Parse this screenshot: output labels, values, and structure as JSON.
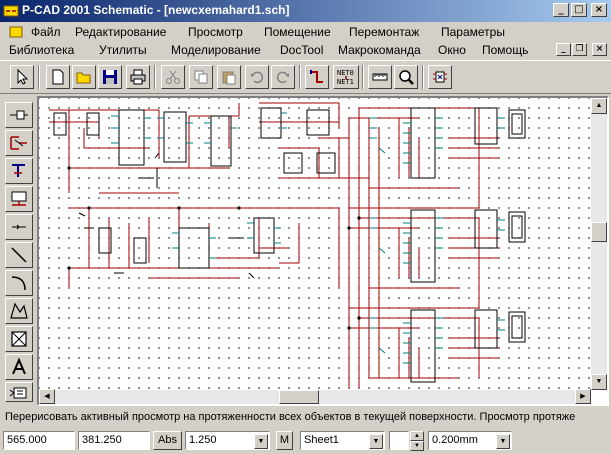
{
  "window": {
    "title": "P-CAD 2001 Schematic - [newcxemahard1.sch]"
  },
  "menu_row1": [
    "Файл",
    "Редактирование",
    "Просмотр",
    "Помещение",
    "Перемонтаж",
    "Параметры"
  ],
  "menu_row2": [
    "Библиотека",
    "Утилиты",
    "Моделирование",
    "DocTool",
    "Макрокоманда",
    "Окно",
    "Помощь"
  ],
  "toolbar": {
    "net_label_top": "NET0",
    "net_label_bottom": "NET1"
  },
  "status": {
    "message": "Перерисовать активный просмотр на протяженности всех объектов в текущей поверхности. Просмотр протяже"
  },
  "bottom": {
    "x_coord": "565.000",
    "y_coord": "381.250",
    "abs_label": "Abs",
    "grid_value": "1.250",
    "m_label": "M",
    "sheet_value": "Sheet1",
    "line_width": "0.200mm"
  },
  "icons": [
    "app-icon",
    "select-arrow-icon",
    "new-file-icon",
    "open-folder-icon",
    "save-disk-icon",
    "print-icon",
    "cut-icon",
    "copy-icon",
    "paste-icon",
    "undo-icon",
    "redo-icon",
    "wire-tool-icon",
    "net-rename-icon",
    "ruler-icon",
    "zoom-icon",
    "component-swap-icon"
  ],
  "colors": {
    "wire": "#a00000",
    "component": "#000000",
    "pin": "#00807f",
    "titlebar": "#0a246a"
  }
}
